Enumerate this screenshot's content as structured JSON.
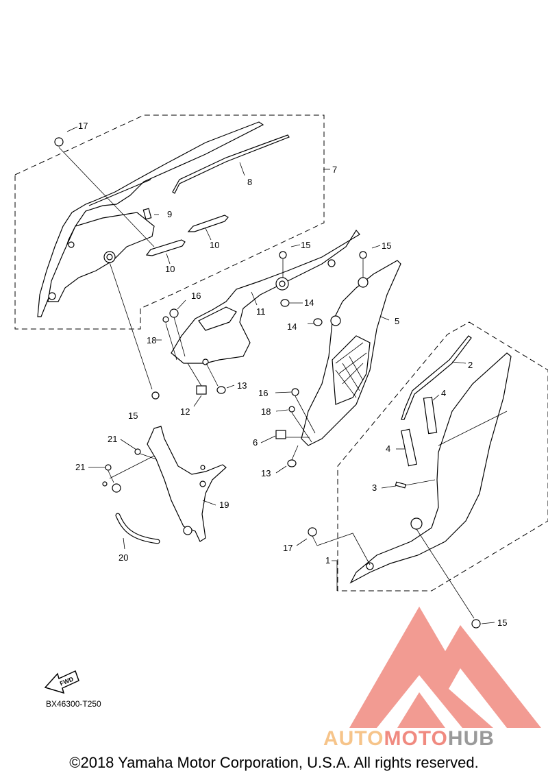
{
  "diagram": {
    "callouts": {
      "c1": "1",
      "c2": "2",
      "c3": "3",
      "c4a": "4",
      "c4b": "4",
      "c5": "5",
      "c6": "6",
      "c7": "7",
      "c8": "8",
      "c9": "9",
      "c10a": "10",
      "c10b": "10",
      "c11": "11",
      "c12": "12",
      "c13a": "13",
      "c13b": "13",
      "c14a": "14",
      "c14b": "14",
      "c15a": "15",
      "c15b": "15",
      "c15c": "15",
      "c15d": "15",
      "c16a": "16",
      "c16b": "16",
      "c17a": "17",
      "c17b": "17",
      "c18a": "18",
      "c18b": "18",
      "c19": "19",
      "c20": "20",
      "c21a": "21",
      "c21b": "21"
    },
    "fwd_label": "FWD",
    "part_code": "BX46300-T250"
  },
  "watermark": {
    "text_auto": "AUTO",
    "text_moto": "MOTO",
    "text_hub": "HUB",
    "color_logo": "#f08a80",
    "color_auto": "#f6c48a",
    "color_hub": "#9a9a9a"
  },
  "footer": {
    "copyright": "©2018 Yamaha Motor Corporation, U.S.A. All rights reserved."
  }
}
